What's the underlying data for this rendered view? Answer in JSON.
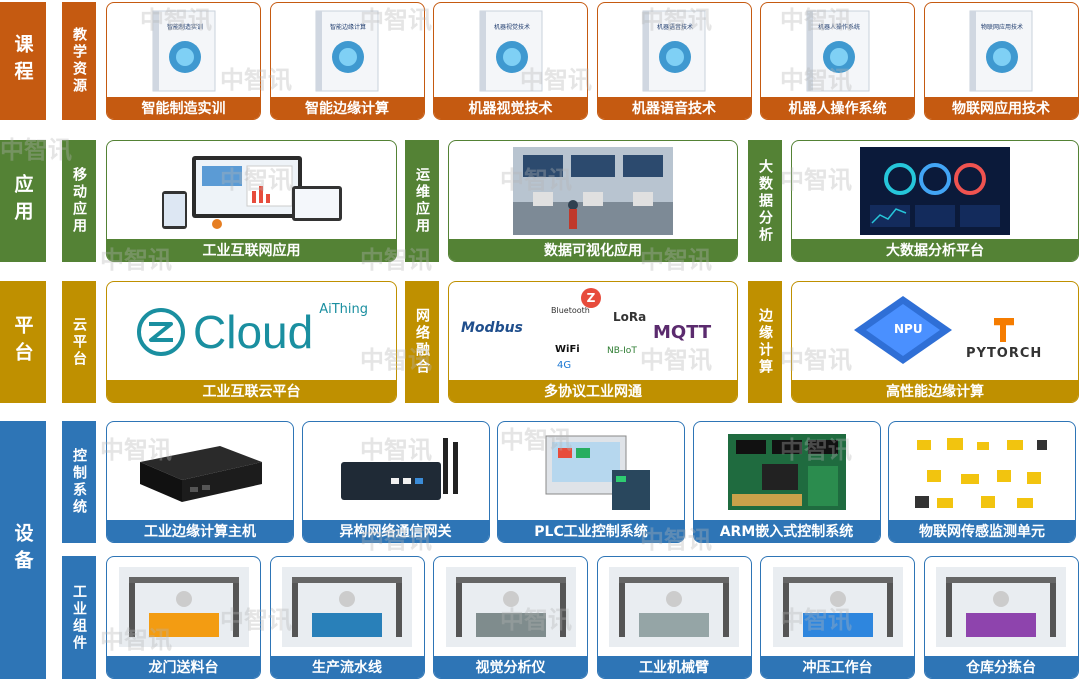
{
  "colors": {
    "course": "#c55a11",
    "app": "#548235",
    "platform": "#bf9000",
    "device": "#2e75b6"
  },
  "rows": {
    "course": {
      "label": "课程",
      "sub": "教学资源",
      "items": [
        "智能制造实训",
        "智能边缘计算",
        "机器视觉技术",
        "机器语音技术",
        "机器人操作系统",
        "物联网应用技术"
      ],
      "book_titles": [
        "智能制造实训",
        "智能边缘计算",
        "机器视觉技术",
        "机器语音技术",
        "机器人操作系统",
        "物联网应用技术"
      ]
    },
    "app": {
      "label": "应用",
      "groups": [
        {
          "sub": "移动应用",
          "caption": "工业互联网应用"
        },
        {
          "sub": "运维应用",
          "caption": "数据可视化应用"
        },
        {
          "sub": "大数据分析",
          "caption": "大数据分析平台"
        }
      ]
    },
    "platform": {
      "label": "平台",
      "groups": [
        {
          "sub": "云平台",
          "caption": "工业互联云平台",
          "logo": "Cloud",
          "logo_sub": "AiThing"
        },
        {
          "sub": "网络融合",
          "caption": "多协议工业网通",
          "protocols": [
            "Modbus",
            "Bluetooth",
            "LoRa",
            "MQTT",
            "NB-IoT",
            "4G",
            "WiFi"
          ]
        },
        {
          "sub": "边缘计算",
          "caption": "高性能边缘计算",
          "brand": "PYTORCH",
          "chip": "NPU"
        }
      ]
    },
    "device": {
      "label": "设备",
      "control": {
        "sub": "控制系统",
        "items": [
          "工业边缘计算主机",
          "异构网络通信网关",
          "PLC工业控制系统",
          "ARM嵌入式控制系统",
          "物联网传感监测单元"
        ]
      },
      "component": {
        "sub": "工业组件",
        "items": [
          "龙门送料台",
          "生产流水线",
          "视觉分析仪",
          "工业机械臂",
          "冲压工作台",
          "仓库分拣台"
        ]
      }
    }
  },
  "watermark": "中智讯"
}
